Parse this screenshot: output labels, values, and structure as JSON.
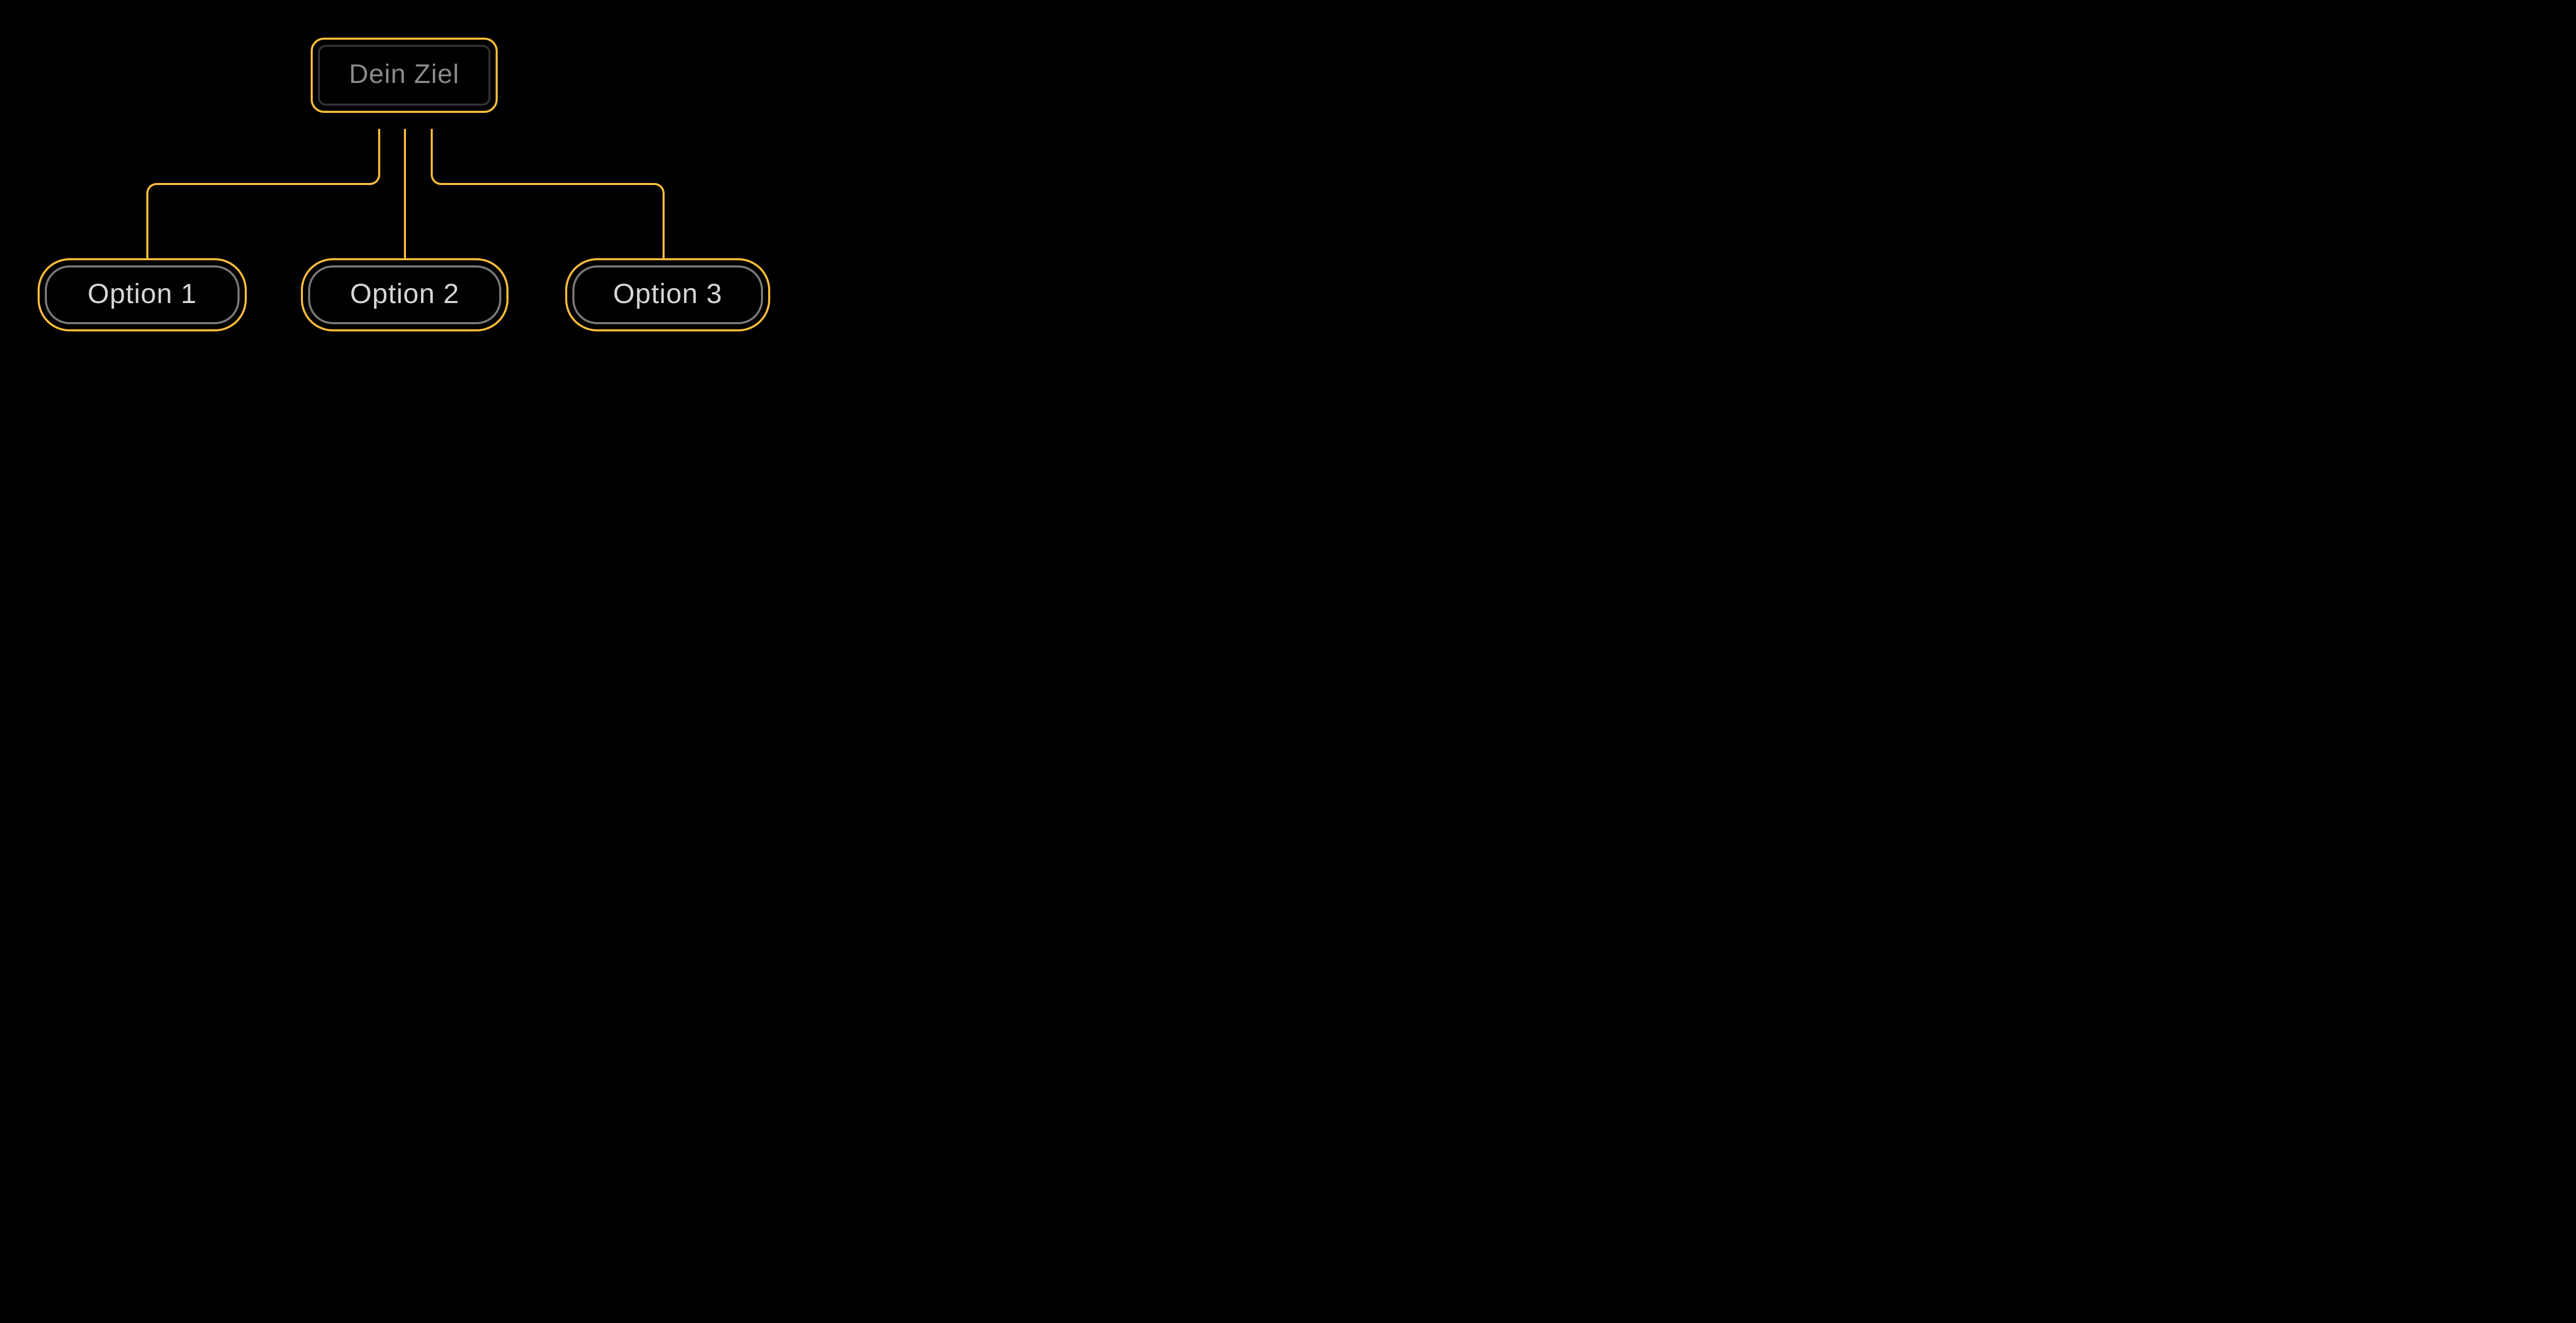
{
  "diagram": {
    "root": {
      "label": "Dein Ziel"
    },
    "options": [
      {
        "label": "Option 1"
      },
      {
        "label": "Option 2"
      },
      {
        "label": "Option 3"
      }
    ]
  },
  "colors": {
    "background": "#000000",
    "accent": "#FBBC3C",
    "root_inner_border": "#323234",
    "root_text": "#8A898C",
    "option_inner_border": "#7A7A7C",
    "option_text": "#D7D5D7"
  }
}
